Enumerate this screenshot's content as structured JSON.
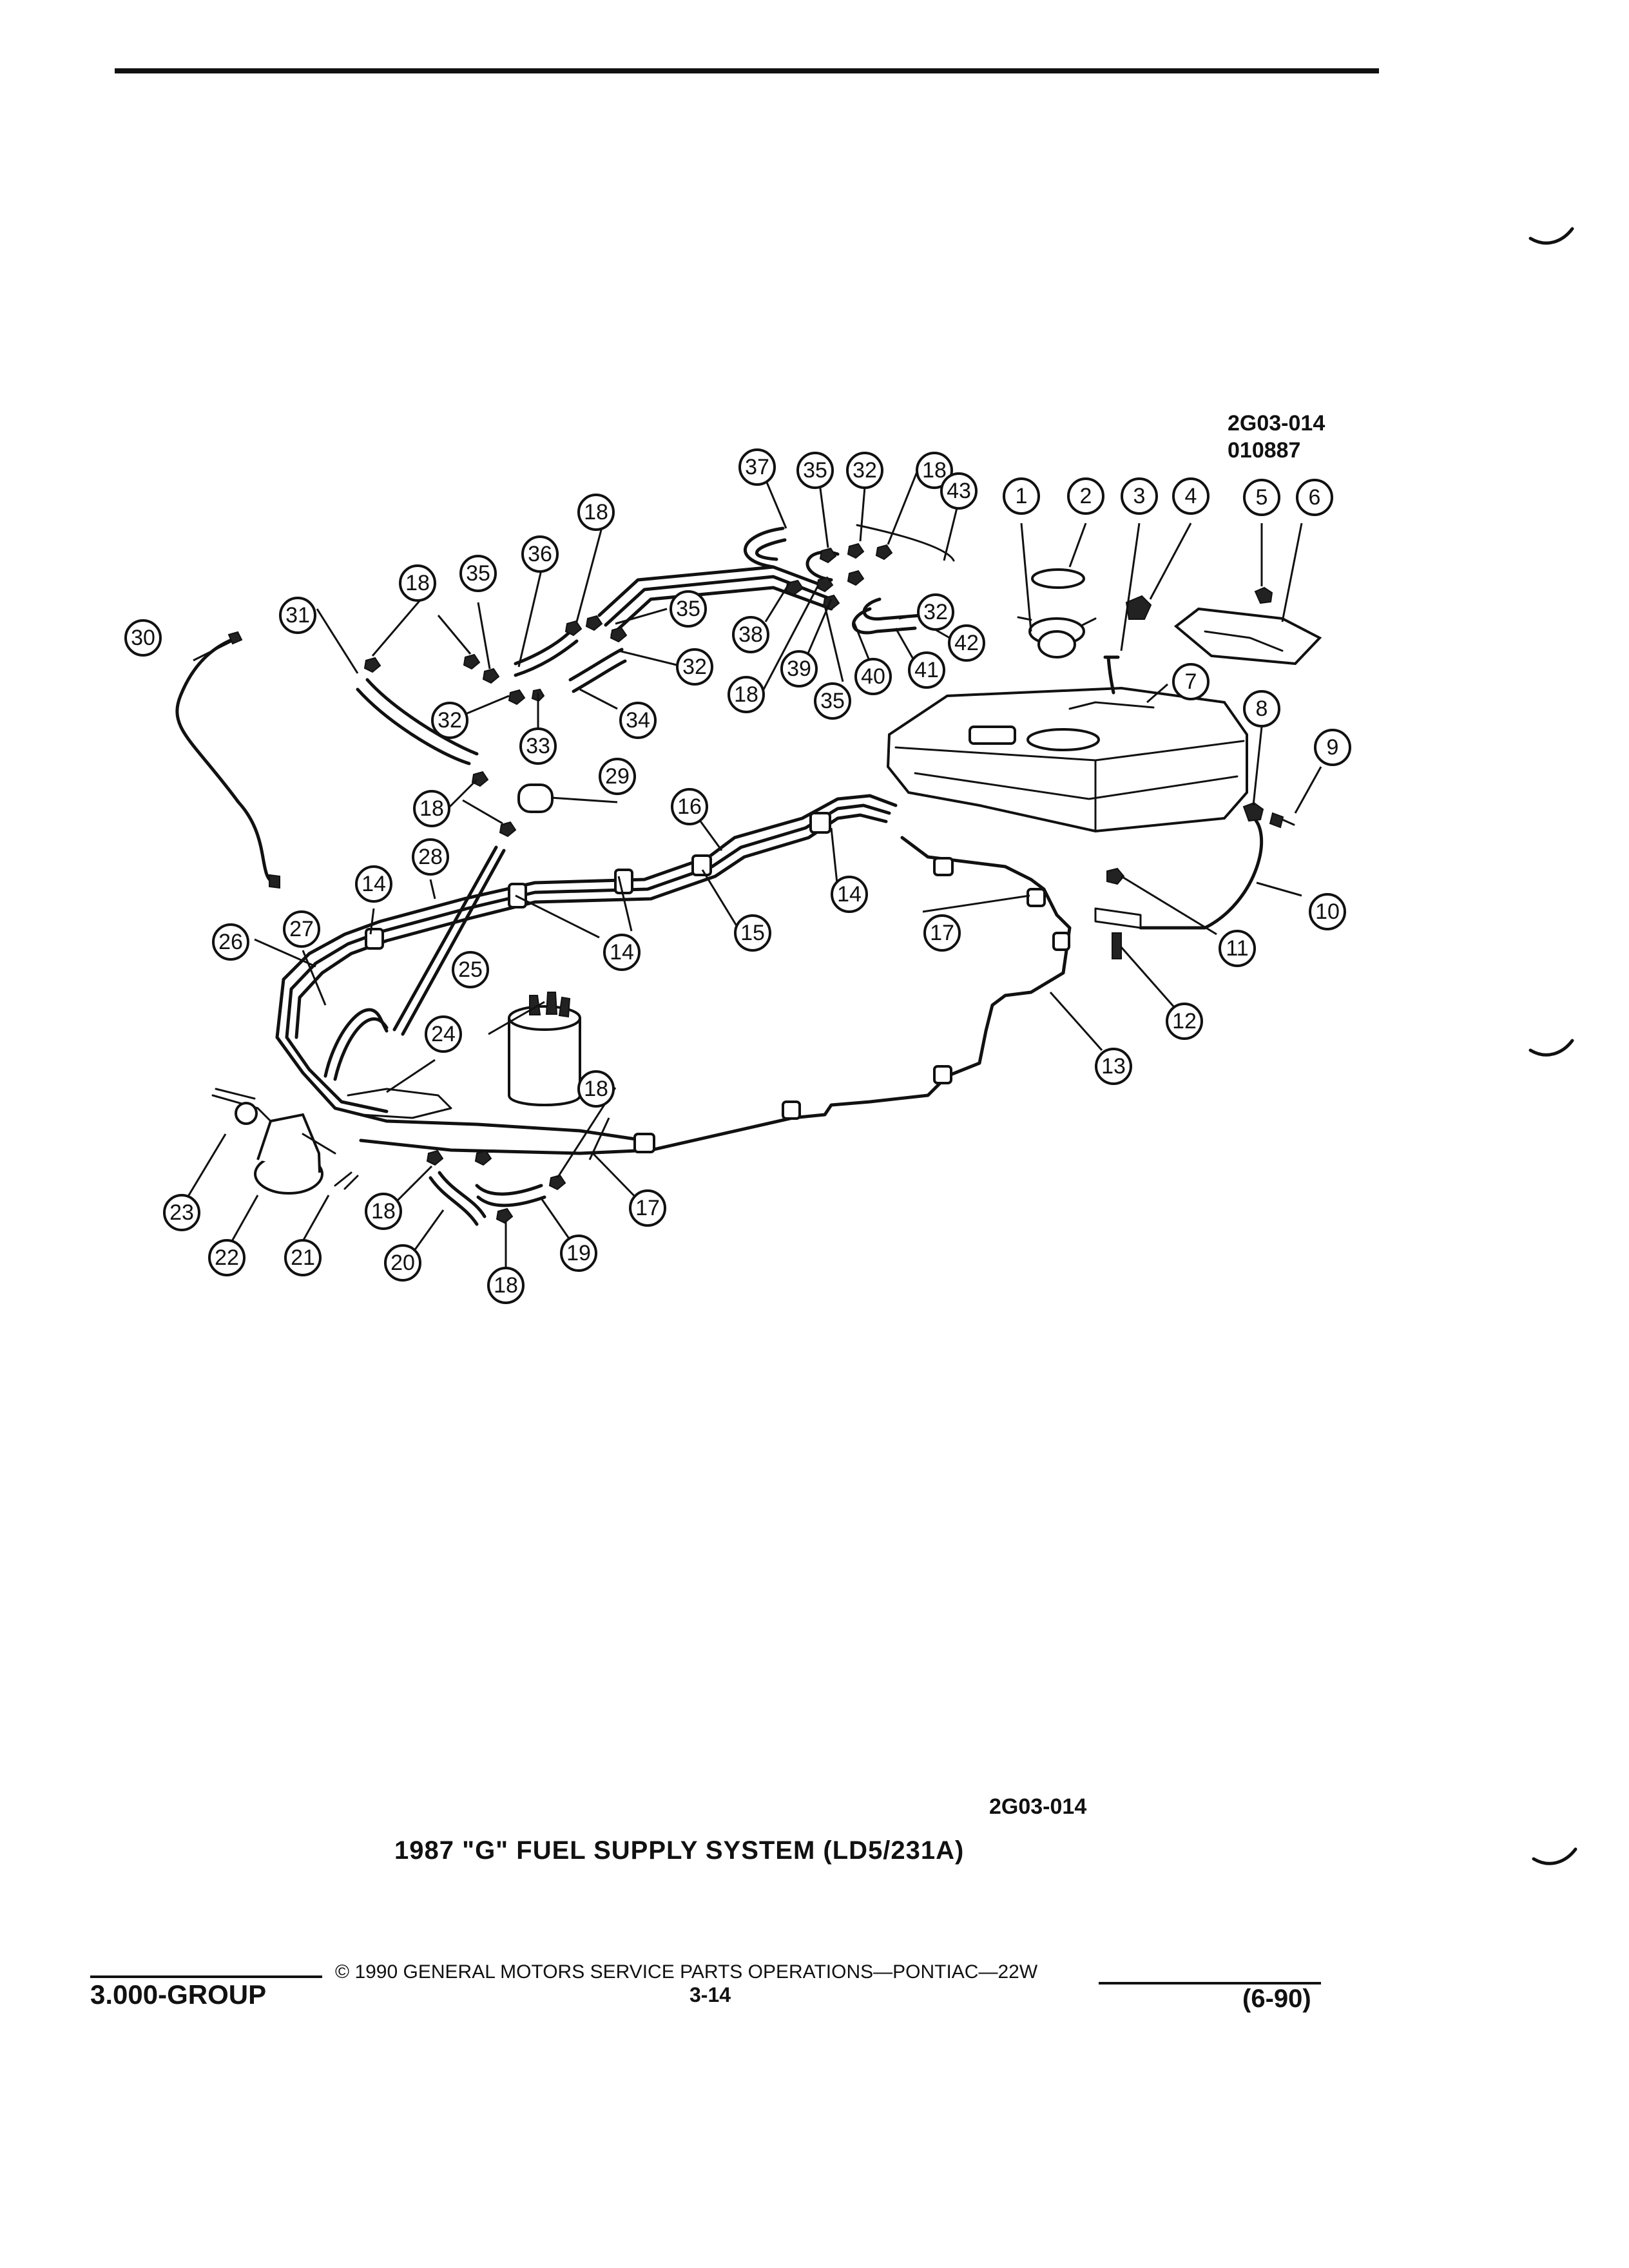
{
  "diagram": {
    "reference_code": "2G03-014",
    "reference_number": "010887",
    "callouts": [
      "1",
      "2",
      "3",
      "4",
      "5",
      "6",
      "7",
      "8",
      "9",
      "10",
      "11",
      "12",
      "13",
      "14",
      "15",
      "16",
      "17",
      "18",
      "19",
      "20",
      "21",
      "22",
      "23",
      "24",
      "25",
      "26",
      "27",
      "28",
      "29",
      "30",
      "31",
      "32",
      "33",
      "34",
      "35",
      "36",
      "37",
      "38",
      "39",
      "40",
      "41",
      "42",
      "43"
    ]
  },
  "figure": {
    "code": "2G03-014",
    "caption": "1987 \"G\" FUEL SUPPLY SYSTEM (LD5/231A)"
  },
  "footer": {
    "copyright": "© 1990 GENERAL MOTORS SERVICE PARTS OPERATIONS—PONTIAC—22W",
    "group": "3.000-GROUP",
    "page": "3-14",
    "date": "(6-90)"
  }
}
